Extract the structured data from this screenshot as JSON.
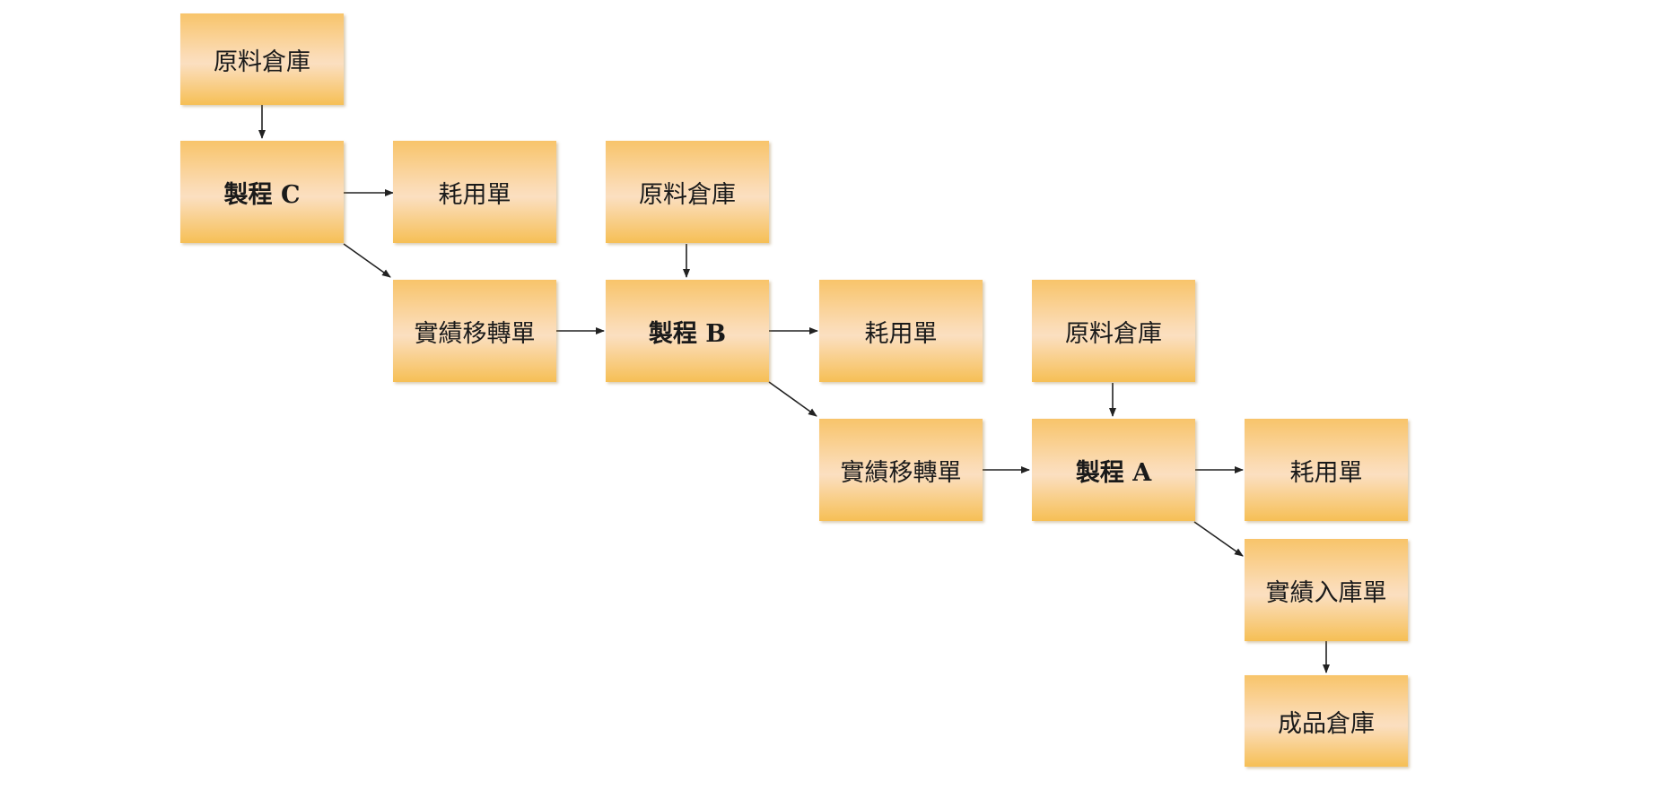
{
  "nodes": {
    "raw_c": "原料倉庫",
    "proc_c": "製程 C",
    "use_c": "耗用單",
    "raw_b": "原料倉庫",
    "transfer_c": "實績移轉單",
    "proc_b": "製程 B",
    "use_b": "耗用單",
    "raw_a": "原料倉庫",
    "transfer_b": "實績移轉單",
    "proc_a": "製程 A",
    "use_a": "耗用單",
    "receipt_a": "實績入庫單",
    "fg_store": "成品倉庫"
  }
}
